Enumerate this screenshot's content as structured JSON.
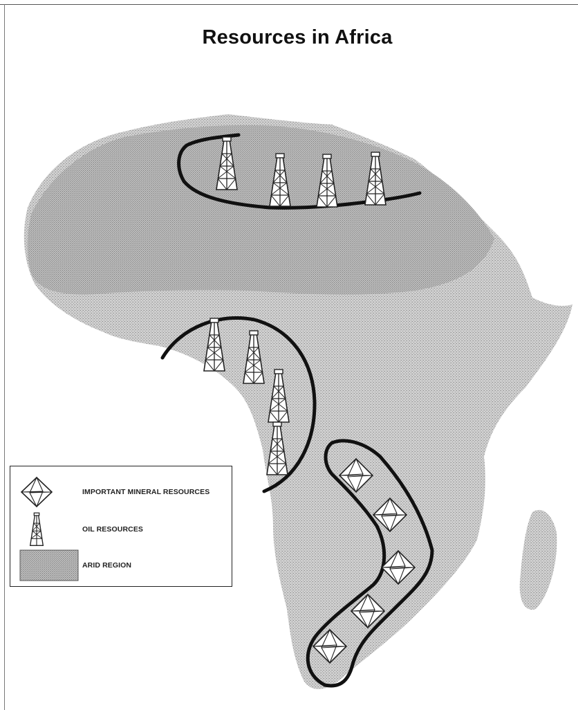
{
  "map": {
    "title": "Resources in Africa"
  },
  "legend": {
    "items": [
      {
        "label": "IMPORTANT MINERAL RESOURCES",
        "icon": "diamond-mineral-icon"
      },
      {
        "label": "OIL RESOURCES",
        "icon": "oil-derrick-icon"
      },
      {
        "label": "ARID REGION",
        "icon": "arid-region-swatch"
      }
    ]
  },
  "colors": {
    "land": "#bdbdbd",
    "arid": "#a9a9a9",
    "outline": "#111111",
    "background": "#ffffff"
  }
}
